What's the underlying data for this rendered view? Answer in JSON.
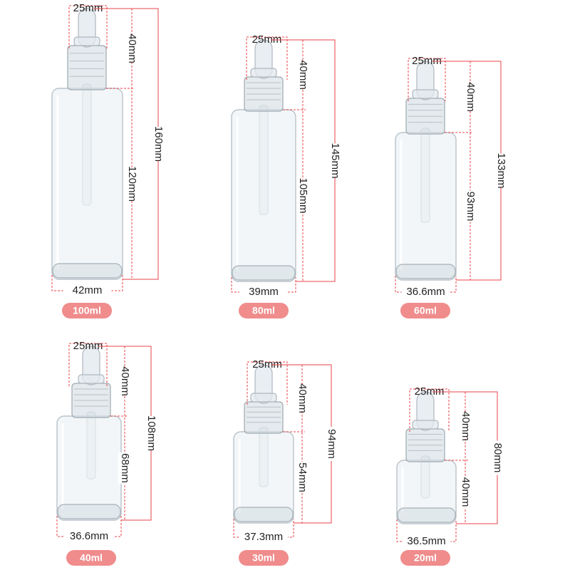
{
  "colors": {
    "dimension_line": "#e8434a",
    "pill": "#f08c8c",
    "pill_text": "#ffffff",
    "label_text": "#222222"
  },
  "bottles": [
    {
      "capacity": "100ml",
      "dropper_width": "25mm",
      "dropper_height": "40mm",
      "body_height": "120mm",
      "total_height": "160mm",
      "diameter": "42mm"
    },
    {
      "capacity": "80ml",
      "dropper_width": "25mm",
      "dropper_height": "40mm",
      "body_height": "105mm",
      "total_height": "145mm",
      "diameter": "39mm"
    },
    {
      "capacity": "60ml",
      "dropper_width": "25mm",
      "dropper_height": "40mm",
      "body_height": "93mm",
      "total_height": "133mm",
      "diameter": "36.6mm"
    },
    {
      "capacity": "40ml",
      "dropper_width": "25mm",
      "dropper_height": "40mm",
      "body_height": "68mm",
      "total_height": "108mm",
      "diameter": "36.6mm"
    },
    {
      "capacity": "30ml",
      "dropper_width": "25mm",
      "dropper_height": "40mm",
      "body_height": "54mm",
      "total_height": "94mm",
      "diameter": "37.3mm"
    },
    {
      "capacity": "20ml",
      "dropper_width": "25mm",
      "dropper_height": "40mm",
      "body_height": "40mm",
      "total_height": "80mm",
      "diameter": "36.5mm"
    }
  ]
}
